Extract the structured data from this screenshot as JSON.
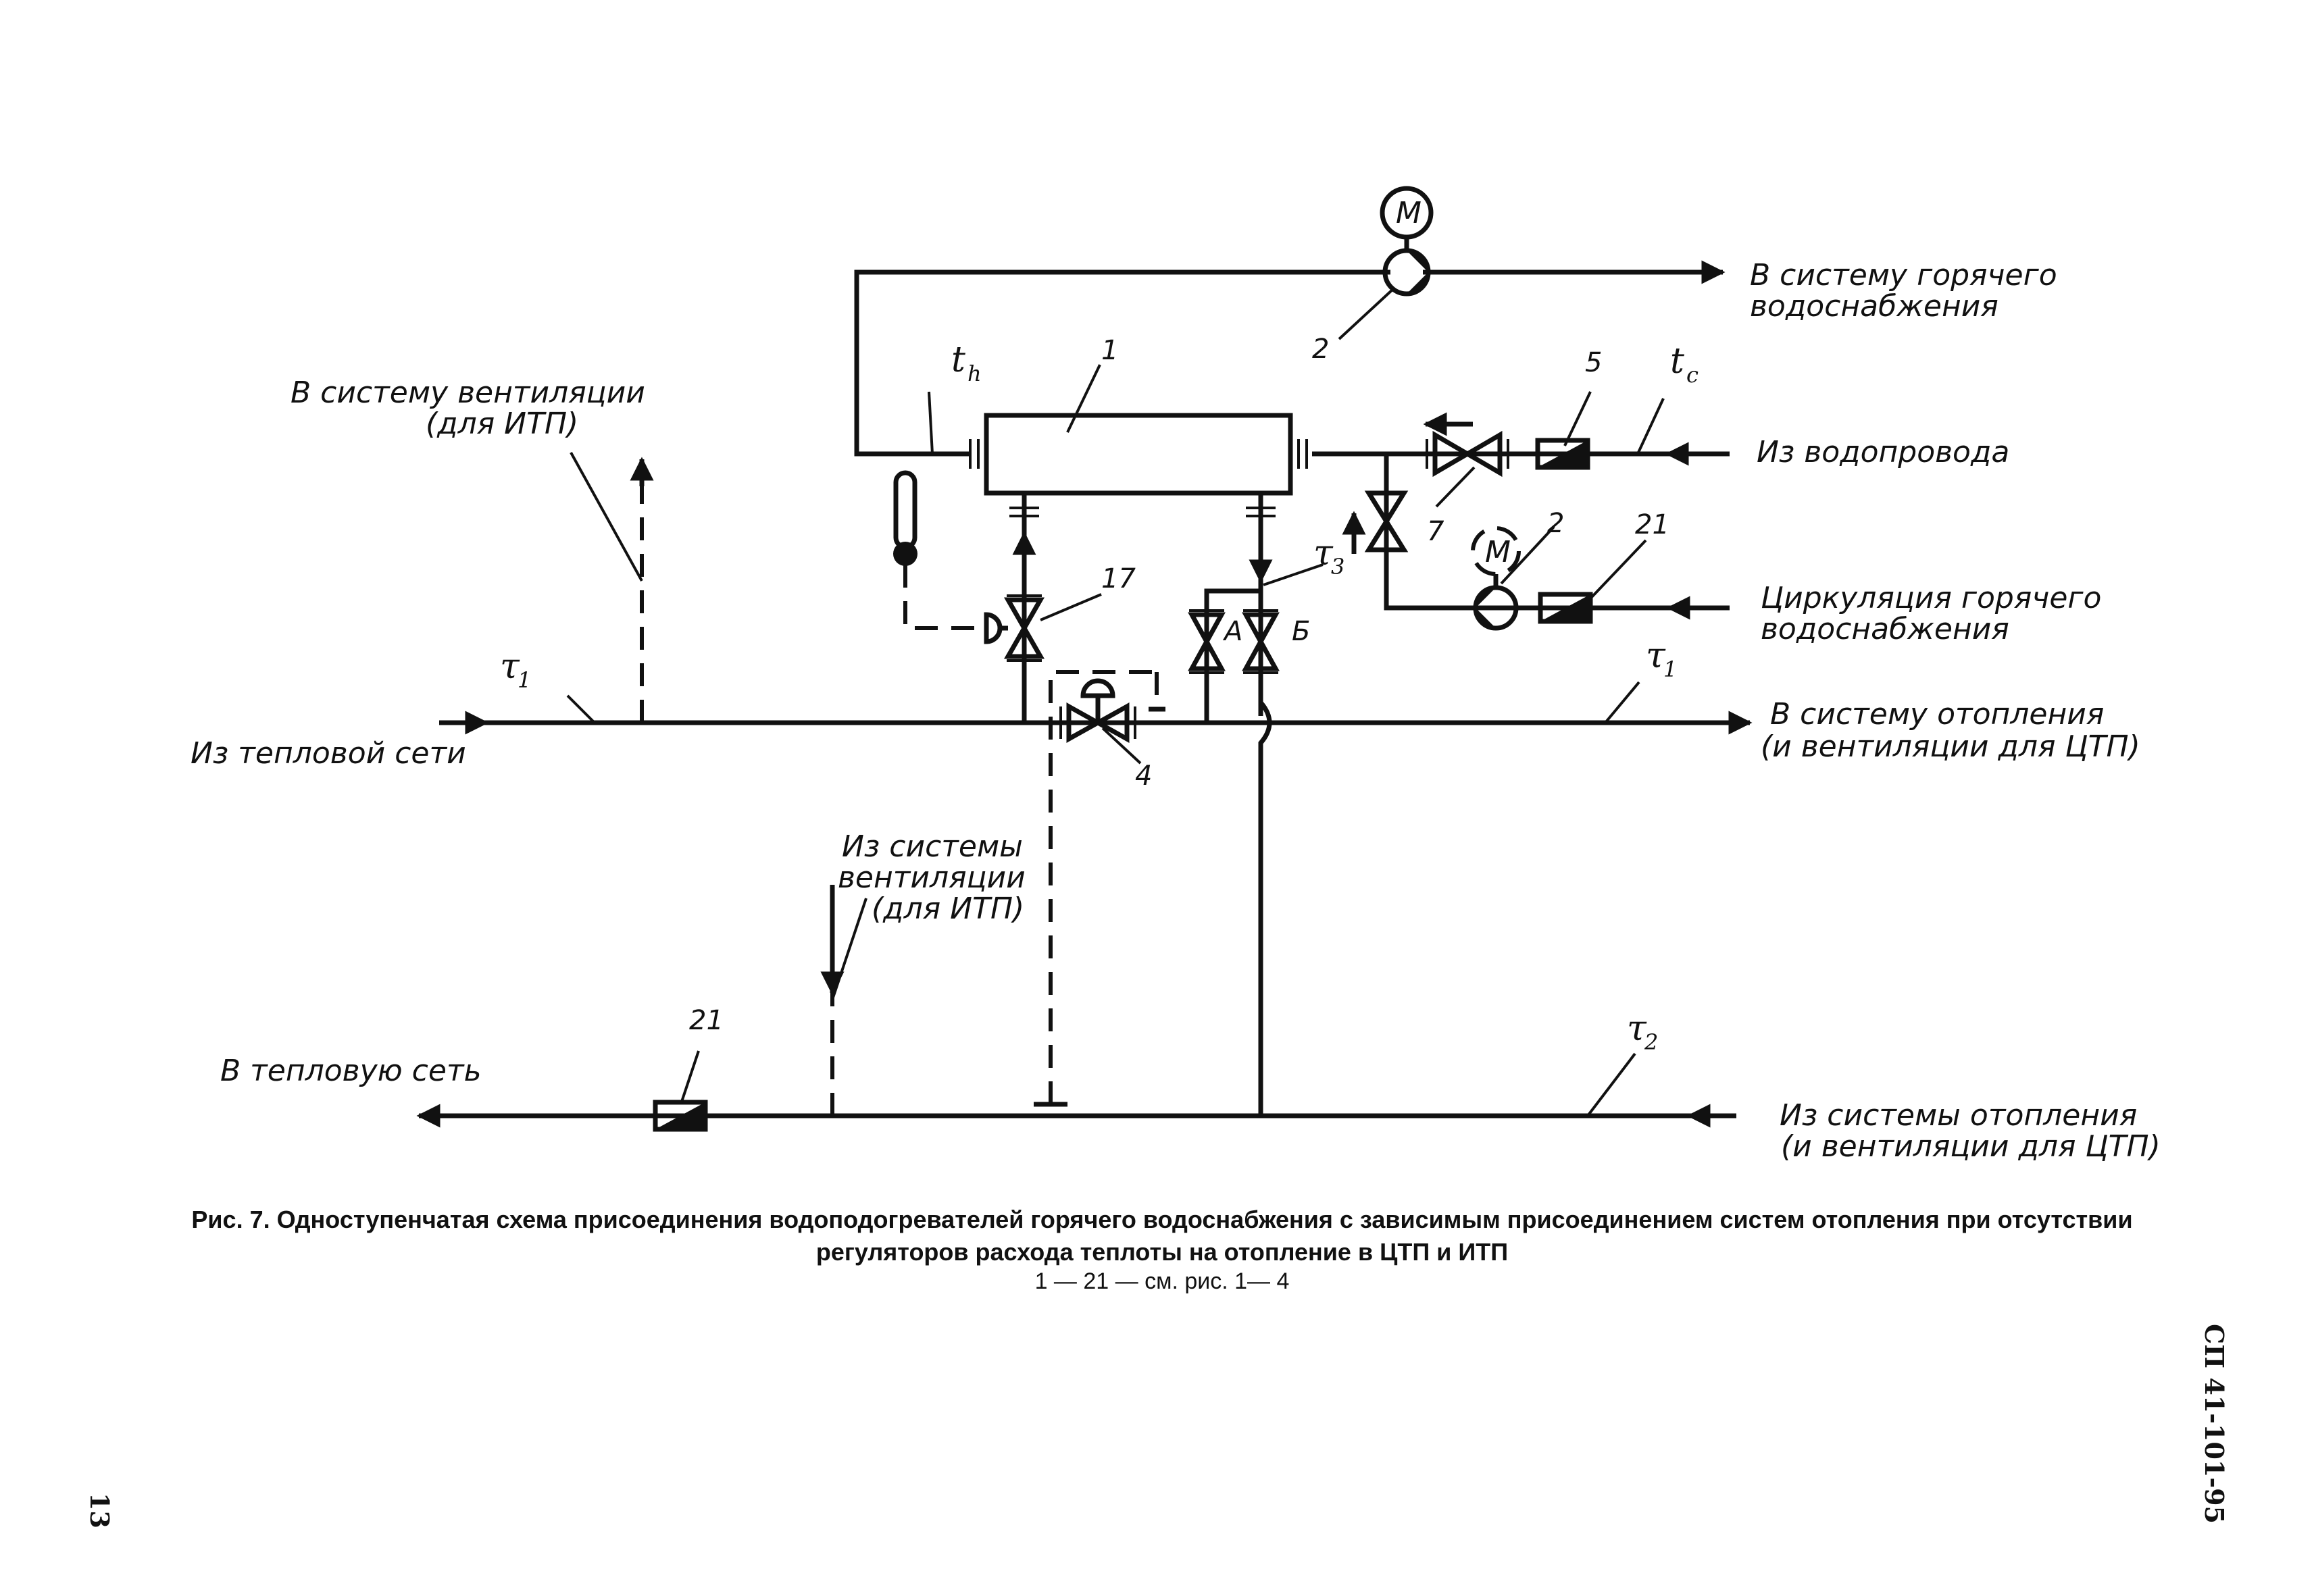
{
  "labels": {
    "to_hot_water_1": "В систему горячего",
    "to_hot_water_2": "водоснабжения",
    "to_ventilation_1": "В систему вентиляции",
    "to_ventilation_2": "(для ИТП)",
    "from_water_main": "Из водопровода",
    "circulation_1": "Циркуляция горячего",
    "circulation_2": "водоснабжения",
    "from_heat_network": "Из тепловой сети",
    "to_heating_1": "В систему отопления",
    "to_heating_2": "(и вентиляции для ЦТП)",
    "from_ventilation_1": "Из системы",
    "from_ventilation_2": "вентиляции",
    "from_ventilation_3": "(для ИТП)",
    "to_heat_network": "В тепловую сеть",
    "from_heating_1": "Из системы отопления",
    "from_heating_2": "(и вентиляции для ЦТП)"
  },
  "symbols": {
    "tau": "τ",
    "sub1": "1",
    "sub2": "2",
    "sub3": "3",
    "t": "t",
    "h": "h",
    "c": "c",
    "motor": "М",
    "valve_a": "А",
    "valve_b": "Б"
  },
  "numbers": {
    "n1": "1",
    "n2": "2",
    "n4": "4",
    "n5": "5",
    "n7": "7",
    "n17": "17",
    "n21": "21"
  },
  "caption": {
    "line1": "Рис. 7. Одноступенчатая схема присоединения водоподогревателей горячего водоснабжения с зависимым присоединением систем отопления при отсутствии регуляторов расхода теплоты на отопление в ЦТП и ИТП",
    "line2": "1 — 21 — см. рис. 1— 4"
  },
  "page": {
    "number": "13",
    "code": "СП 41-101-95"
  }
}
